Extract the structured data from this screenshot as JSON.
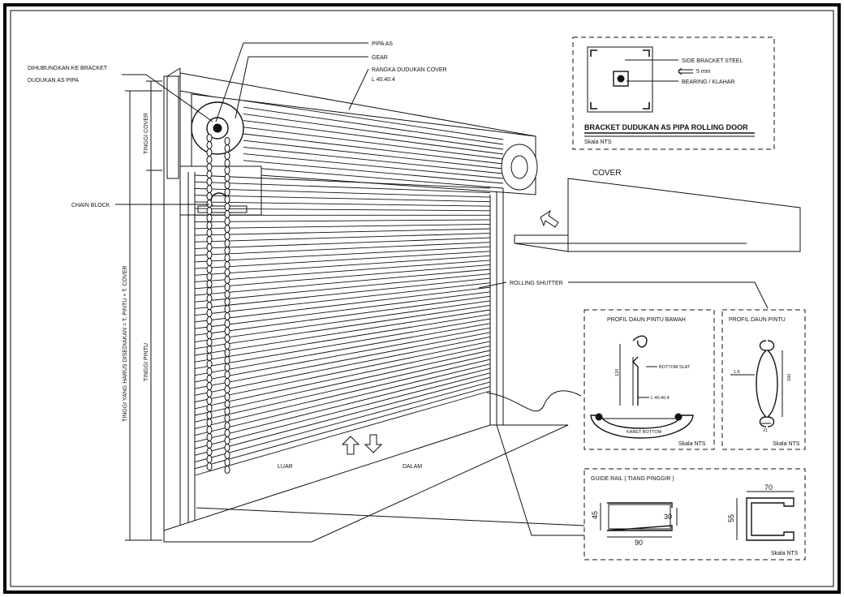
{
  "labels": {
    "connected_to_bracket_1": "DIHUBUNGKAN KE BRACKET",
    "connected_to_bracket_2": "DUDUKAN AS PIPA",
    "pipa_as": "PIPA AS",
    "gear": "GEAR",
    "rangka": "RANGKA DUDUKAN COVER",
    "rangka_size": "L 40.40.4",
    "chain_block": "CHAIN BLOCK",
    "tinggi_cover": "TINGGI COVER",
    "tinggi_pintu": "TINGGI PINTU",
    "tinggi_total": "TINGGI YANG HARUS DISEDIAKAN = T. PINTU + T. COVER",
    "luar": "LUAR",
    "dalam": "DALAM",
    "rolling_shutter": "ROLLING SHUTTER",
    "cover": "COVER"
  },
  "bracket_detail": {
    "side_bracket": "SIDE BRACKET STEEL",
    "thickness": "5 mm",
    "bearing": "BEARING / KLAHAR",
    "title": "BRACKET DUDUKAN AS PIPA ROLLING DOOR",
    "scale": "Skala NTS"
  },
  "profile_bottom": {
    "title": "PROFIL DAUN PINTU BAWAH",
    "bottom_slat": "BOTTOM SLAT",
    "height_dim": "120",
    "angle": "L 40.40.4",
    "rubber": "KARET BOTTOM",
    "scale": "Skala NTS"
  },
  "profile_slat": {
    "title": "PROFIL DAUN PINTU",
    "thickness": "1.6",
    "height_dim": "100",
    "depth_dim": "21",
    "scale": "Skala NTS"
  },
  "guide_rail": {
    "title": "GUIDE RAIL ( TIANG PINGGIR )",
    "dim_45": "45",
    "dim_30": "30",
    "dim_90": "90",
    "dim_70": "70",
    "dim_55": "55",
    "scale": "Skala NTS"
  }
}
